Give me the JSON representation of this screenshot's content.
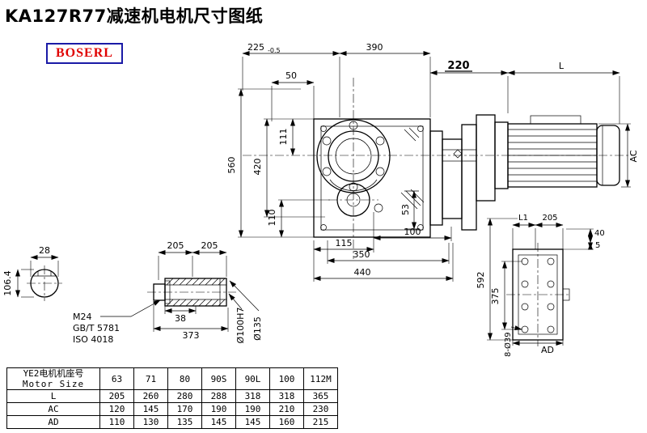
{
  "title": "KA127R77减速机电机尺寸图纸",
  "logo": {
    "text": "BOSERL"
  },
  "dims": {
    "width_225": "225",
    "tol_225": "-0.5",
    "width_390": "390",
    "width_220": "220",
    "motor_L": "L",
    "width_50": "50",
    "height_560": "560",
    "height_420": "420",
    "height_111": "111",
    "height_110": "110",
    "height_53": "53",
    "width_115": "115",
    "width_100": "100",
    "width_350": "350",
    "width_440": "440",
    "motor_AC": "AC",
    "shaft_28": "28",
    "shaft_106_4": "106.4",
    "sleeve_205_left": "205",
    "sleeve_205_right": "205",
    "thread_M24": "M24",
    "std_gb": "GB/T 5781",
    "std_iso": "ISO 4018",
    "len_38": "38",
    "len_373": "373",
    "bore_100H7": "Ø100H7",
    "dia_135": "Ø135",
    "dim_L1": "L1",
    "flange_205": "205",
    "dim_40": "40",
    "dim_5": "5",
    "height_592": "592",
    "height_375": "375",
    "holes_8_39": "8-Ø39",
    "motor_AD": "AD"
  },
  "table": {
    "header_cn": "YE2电机机座号",
    "header_en": "Motor Size",
    "sizes": [
      "63",
      "71",
      "80",
      "90S",
      "90L",
      "100",
      "112M"
    ],
    "rows": [
      {
        "label": "L",
        "values": [
          "205",
          "260",
          "280",
          "288",
          "318",
          "318",
          "365"
        ]
      },
      {
        "label": "AC",
        "values": [
          "120",
          "145",
          "170",
          "190",
          "190",
          "210",
          "230"
        ]
      },
      {
        "label": "AD",
        "values": [
          "110",
          "130",
          "135",
          "145",
          "145",
          "160",
          "215"
        ]
      }
    ]
  }
}
